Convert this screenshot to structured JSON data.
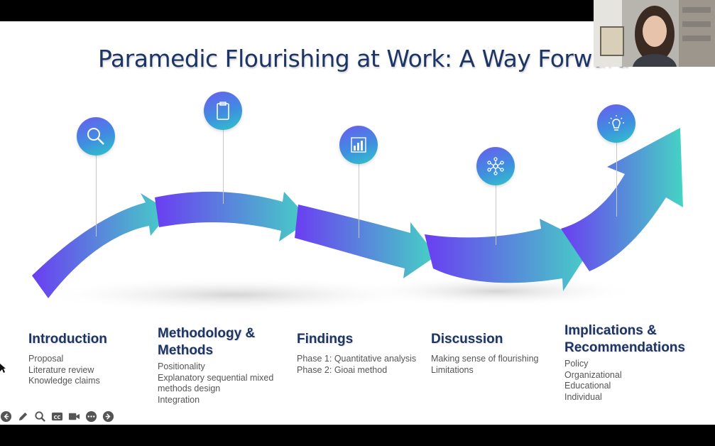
{
  "slide": {
    "title": "Paramedic Flourishing at Work: A Way Forward"
  },
  "timeline_icons": [
    {
      "name": "magnifier-icon"
    },
    {
      "name": "clipboard-icon"
    },
    {
      "name": "bar-chart-icon"
    },
    {
      "name": "network-icon"
    },
    {
      "name": "lightbulb-icon"
    }
  ],
  "sections": [
    {
      "title": "Introduction",
      "items": [
        "Proposal",
        "Literature review",
        "Knowledge claims"
      ]
    },
    {
      "title": "Methodology & Methods",
      "items": [
        "Positionality",
        "Explanatory sequential mixed",
        "methods design",
        "Integration"
      ]
    },
    {
      "title": "Findings",
      "items": [
        "Phase 1: Quantitative analysis",
        "Phase 2: Gioai method"
      ]
    },
    {
      "title": "Discussion",
      "items": [
        "Making sense of flourishing",
        "Limitations"
      ]
    },
    {
      "title": "Implications & Recommendations",
      "items": [
        "Policy",
        "Organizational",
        "Educational",
        "Individual"
      ]
    }
  ],
  "toolbar": {
    "buttons": [
      "previous-slide",
      "pen",
      "zoom",
      "closed-captions",
      "camera",
      "more-options",
      "next-slide"
    ]
  },
  "colors": {
    "title": "#1d3565",
    "arrow_start": "#6a3cf0",
    "arrow_end": "#3fd6c0"
  }
}
